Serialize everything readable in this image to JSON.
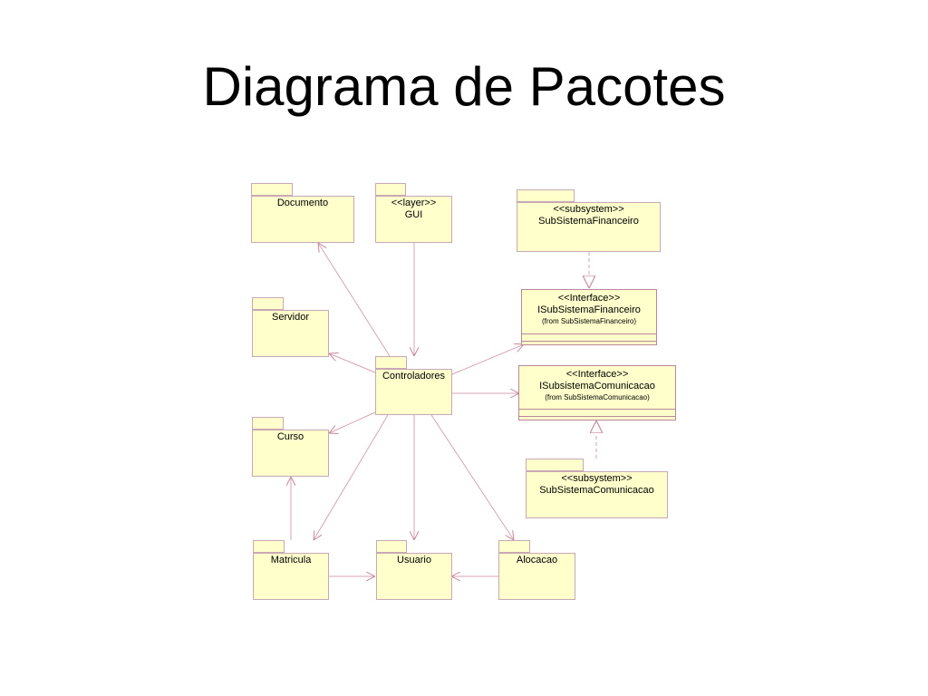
{
  "slide": {
    "title": "Diagrama de Pacotes"
  },
  "packages": {
    "documento": {
      "label": "Documento"
    },
    "gui": {
      "stereotype": "<<layer>>",
      "label": "GUI"
    },
    "sub_financeiro": {
      "stereotype": "<<subsystem>>",
      "label": "SubSistemaFinanceiro"
    },
    "servidor": {
      "label": "Servidor"
    },
    "controladores": {
      "label": "Controladores"
    },
    "curso": {
      "label": "Curso"
    },
    "sub_comunicacao": {
      "stereotype": "<<subsystem>>",
      "label": "SubSistemaComunicacao"
    },
    "matricula": {
      "label": "Matricula"
    },
    "usuario": {
      "label": "Usuario"
    },
    "alocacao": {
      "label": "Alocacao"
    }
  },
  "interfaces": {
    "financeiro": {
      "stereotype": "<<Interface>>",
      "label": "ISubSistemaFinanceiro",
      "from": "(from SubSistemaFinanceiro)"
    },
    "comunicacao": {
      "stereotype": "<<Interface>>",
      "label": "ISubsistemaComunicacao",
      "from": "(from SubSistemaComunicacao)"
    }
  },
  "colors": {
    "package_fill": "#ffffcc",
    "package_border": "#c8a8b4",
    "link_line": "#d9a3b5"
  }
}
